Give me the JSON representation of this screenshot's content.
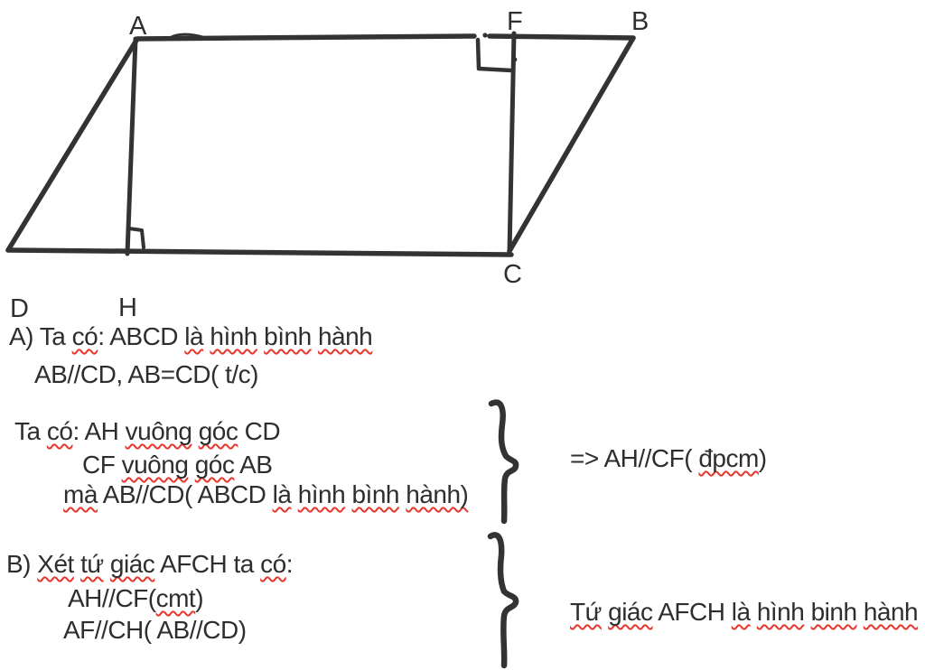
{
  "colors": {
    "ink": "#333333",
    "text": "#2e2e2e",
    "spellcheck_red": "#e8362b",
    "background": "#ffffff"
  },
  "diagram": {
    "description": "parallelogram ABCD with altitude AH to DC and altitude CF to AB, right-angle marks at H and F",
    "vertex_labels": {
      "A": "A",
      "B": "B",
      "C": "C",
      "D": "D",
      "F": "F",
      "H": "H"
    }
  },
  "solution": {
    "part_a": {
      "header": [
        {
          "t": "A) Ta "
        },
        {
          "t": "có",
          "sq": true
        },
        {
          "t": ": ABCD "
        },
        {
          "t": "là",
          "sq": true
        },
        {
          "t": " "
        },
        {
          "t": "hình",
          "sq": true
        },
        {
          "t": " "
        },
        {
          "t": "bình",
          "sq": true
        },
        {
          "t": " "
        },
        {
          "t": "hành",
          "sq": true
        }
      ],
      "property_line": [
        {
          "t": "AB//CD, AB=CD( t/c)"
        }
      ],
      "given": [
        [
          {
            "t": "Ta "
          },
          {
            "t": "có",
            "sq": true
          },
          {
            "t": ": AH "
          },
          {
            "t": "vuông",
            "sq": true
          },
          {
            "t": " "
          },
          {
            "t": "góc",
            "sq": true
          },
          {
            "t": " CD"
          }
        ],
        [
          {
            "t": "CF "
          },
          {
            "t": "vuông",
            "sq": true
          },
          {
            "t": " "
          },
          {
            "t": "góc",
            "sq": true
          },
          {
            "t": " AB"
          }
        ],
        [
          {
            "t": "mà",
            "sq": true
          },
          {
            "t": " AB//CD( ABCD "
          },
          {
            "t": "là",
            "sq": true
          },
          {
            "t": " "
          },
          {
            "t": "hình",
            "sq": true
          },
          {
            "t": " "
          },
          {
            "t": "bình",
            "sq": true
          },
          {
            "t": " "
          },
          {
            "t": "hành)",
            "sq": true
          }
        ]
      ],
      "conclusion": [
        {
          "t": "=> AH//CF( "
        },
        {
          "t": "đpcm",
          "sq": true
        },
        {
          "t": ")"
        }
      ]
    },
    "part_b": {
      "header": [
        {
          "t": "B) "
        },
        {
          "t": "Xét",
          "sq": true
        },
        {
          "t": " "
        },
        {
          "t": "tứ",
          "sq": true
        },
        {
          "t": " "
        },
        {
          "t": "giác",
          "sq": true
        },
        {
          "t": " AFCH ta "
        },
        {
          "t": "có",
          "sq": true
        },
        {
          "t": ":"
        }
      ],
      "statements": [
        [
          {
            "t": "AH//CF("
          },
          {
            "t": "cmt",
            "sq": true
          },
          {
            "t": ")"
          }
        ],
        [
          {
            "t": "AF//CH( AB//CD)"
          }
        ]
      ],
      "conclusion": [
        {
          "t": "Tứ",
          "sq": true
        },
        {
          "t": " "
        },
        {
          "t": "giác",
          "sq": true
        },
        {
          "t": " AFCH "
        },
        {
          "t": "là",
          "sq": true
        },
        {
          "t": " "
        },
        {
          "t": "hình",
          "sq": true
        },
        {
          "t": " "
        },
        {
          "t": "binh",
          "sq": true
        },
        {
          "t": " "
        },
        {
          "t": "hành",
          "sq": true
        }
      ]
    }
  }
}
